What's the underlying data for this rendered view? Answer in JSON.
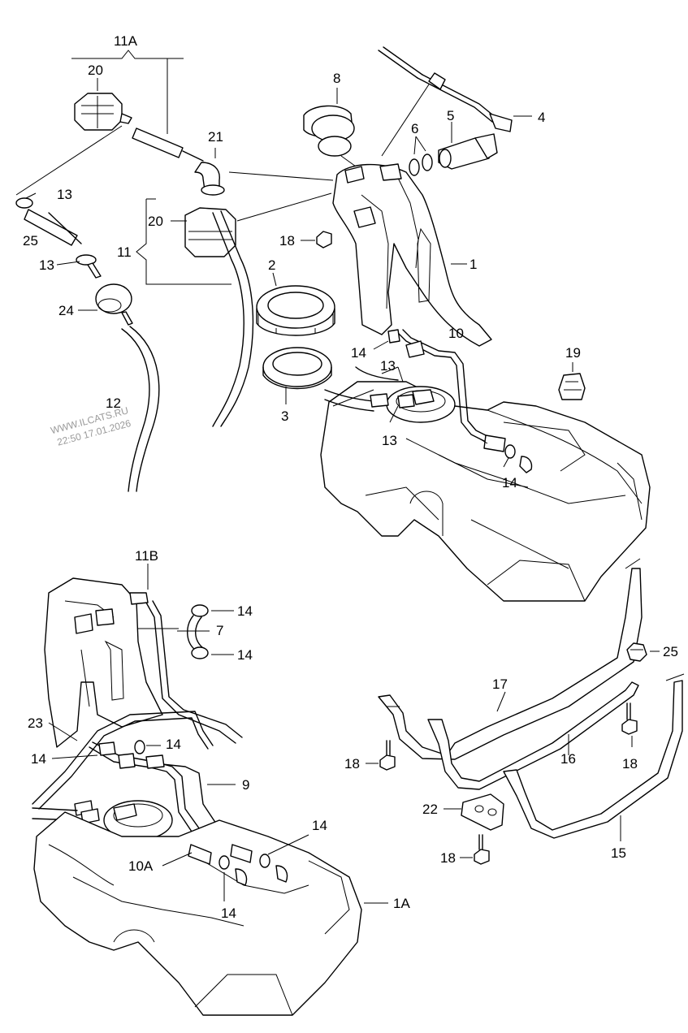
{
  "watermark": {
    "line1": "WWW.ILCATS.RU",
    "line2": "22:50 17.01.2026"
  },
  "labels": {
    "p11A": "11A",
    "p20a": "20",
    "p13a": "13",
    "p25a": "25",
    "p13b": "13",
    "p24": "24",
    "p12": "12",
    "p21": "21",
    "p20b": "20",
    "p11": "11",
    "p8": "8",
    "p18a": "18",
    "p6": "6",
    "p5": "5",
    "p4": "4",
    "p2": "2",
    "p1": "1",
    "p10": "10",
    "p19": "19",
    "p14a": "14",
    "p13c": "13",
    "p3": "3",
    "p13d": "13",
    "p14b": "14",
    "p11B": "11B",
    "p14c": "14",
    "p7": "7",
    "p14d": "14",
    "p25b": "25",
    "p23": "23",
    "p14e": "14",
    "p14f": "14",
    "p9": "9",
    "p17": "17",
    "p16": "16",
    "p18b": "18",
    "p18c": "18",
    "p22": "22",
    "p14g": "14",
    "p10A": "10A",
    "p15": "15",
    "p18d": "18",
    "p14h": "14",
    "p1A": "1A"
  }
}
